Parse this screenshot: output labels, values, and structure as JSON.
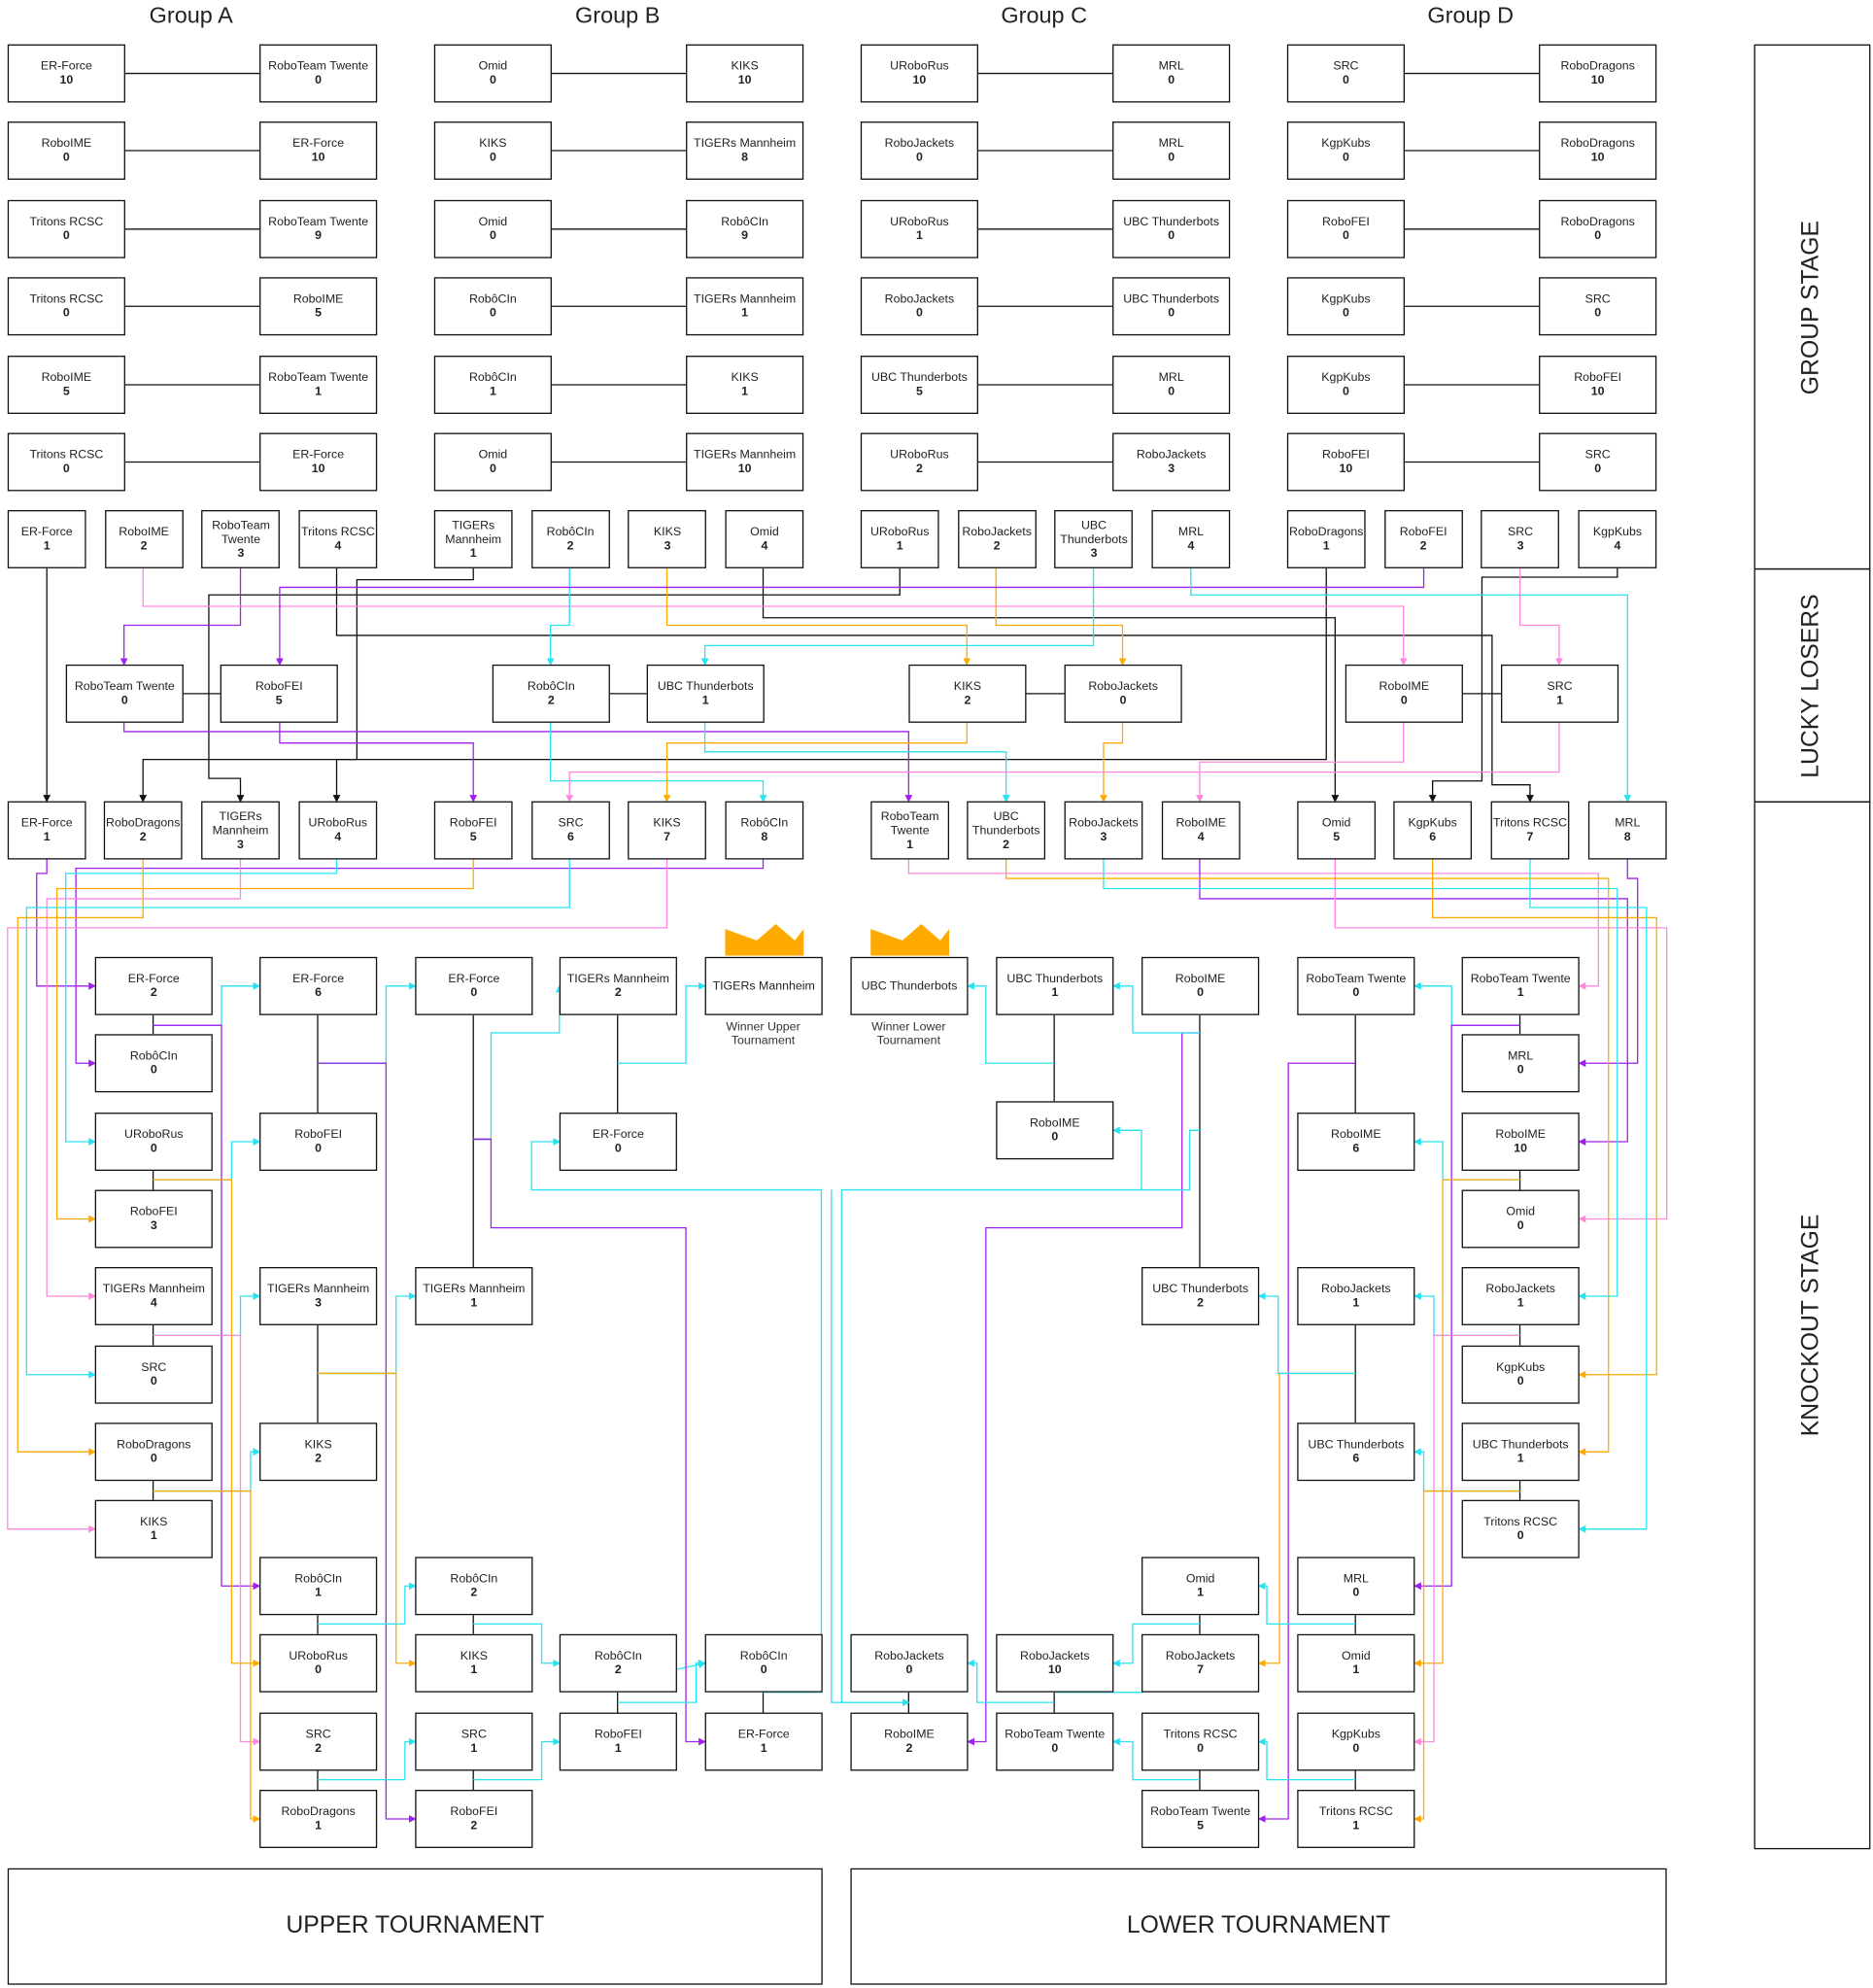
{
  "groups": [
    {
      "title": "Group A",
      "matches": [
        {
          "a": {
            "team": "ER-Force",
            "score": "10"
          },
          "b": {
            "team": "RoboTeam Twente",
            "score": "0"
          }
        },
        {
          "a": {
            "team": "RoboIME",
            "score": "0"
          },
          "b": {
            "team": "ER-Force",
            "score": "10"
          }
        },
        {
          "a": {
            "team": "Tritons RCSC",
            "score": "0"
          },
          "b": {
            "team": "RoboTeam Twente",
            "score": "9"
          }
        },
        {
          "a": {
            "team": "Tritons RCSC",
            "score": "0"
          },
          "b": {
            "team": "RoboIME",
            "score": "5"
          }
        },
        {
          "a": {
            "team": "RoboIME",
            "score": "5"
          },
          "b": {
            "team": "RoboTeam Twente",
            "score": "1"
          }
        },
        {
          "a": {
            "team": "Tritons RCSC",
            "score": "0"
          },
          "b": {
            "team": "ER-Force",
            "score": "10"
          }
        }
      ],
      "ranking": [
        {
          "team": "ER-Force",
          "score": "1"
        },
        {
          "team": "RoboIME",
          "score": "2"
        },
        {
          "team": "RoboTeam Twente",
          "score": "3"
        },
        {
          "team": "Tritons RCSC",
          "score": "4"
        }
      ]
    },
    {
      "title": "Group B",
      "matches": [
        {
          "a": {
            "team": "Omid",
            "score": "0"
          },
          "b": {
            "team": "KIKS",
            "score": "10"
          }
        },
        {
          "a": {
            "team": "KIKS",
            "score": "0"
          },
          "b": {
            "team": "TIGERs Mannheim",
            "score": "8"
          }
        },
        {
          "a": {
            "team": "Omid",
            "score": "0"
          },
          "b": {
            "team": "RobôCIn",
            "score": "9"
          }
        },
        {
          "a": {
            "team": "RobôCIn",
            "score": "0"
          },
          "b": {
            "team": "TIGERs Mannheim",
            "score": "1"
          }
        },
        {
          "a": {
            "team": "RobôCIn",
            "score": "1"
          },
          "b": {
            "team": "KIKS",
            "score": "1"
          }
        },
        {
          "a": {
            "team": "Omid",
            "score": "0"
          },
          "b": {
            "team": "TIGERs Mannheim",
            "score": "10"
          }
        }
      ],
      "ranking": [
        {
          "team": "TIGERs Mannheim",
          "score": "1"
        },
        {
          "team": "RobôCIn",
          "score": "2"
        },
        {
          "team": "KIKS",
          "score": "3"
        },
        {
          "team": "Omid",
          "score": "4"
        }
      ]
    },
    {
      "title": "Group C",
      "matches": [
        {
          "a": {
            "team": "URoboRus",
            "score": "10"
          },
          "b": {
            "team": "MRL",
            "score": "0"
          }
        },
        {
          "a": {
            "team": "RoboJackets",
            "score": "0"
          },
          "b": {
            "team": "MRL",
            "score": "0"
          }
        },
        {
          "a": {
            "team": "URoboRus",
            "score": "1"
          },
          "b": {
            "team": "UBC Thunderbots",
            "score": "0"
          }
        },
        {
          "a": {
            "team": "RoboJackets",
            "score": "0"
          },
          "b": {
            "team": "UBC Thunderbots",
            "score": "0"
          }
        },
        {
          "a": {
            "team": "UBC Thunderbots",
            "score": "5"
          },
          "b": {
            "team": "MRL",
            "score": "0"
          }
        },
        {
          "a": {
            "team": "URoboRus",
            "score": "2"
          },
          "b": {
            "team": "RoboJackets",
            "score": "3"
          }
        }
      ],
      "ranking": [
        {
          "team": "URoboRus",
          "score": "1"
        },
        {
          "team": "RoboJackets",
          "score": "2"
        },
        {
          "team": "UBC Thunderbots",
          "score": "3"
        },
        {
          "team": "MRL",
          "score": "4"
        }
      ]
    },
    {
      "title": "Group D",
      "matches": [
        {
          "a": {
            "team": "SRC",
            "score": "0"
          },
          "b": {
            "team": "RoboDragons",
            "score": "10"
          }
        },
        {
          "a": {
            "team": "KgpKubs",
            "score": "0"
          },
          "b": {
            "team": "RoboDragons",
            "score": "10"
          }
        },
        {
          "a": {
            "team": "RoboFEI",
            "score": "0"
          },
          "b": {
            "team": "RoboDragons",
            "score": "0"
          }
        },
        {
          "a": {
            "team": "KgpKubs",
            "score": "0"
          },
          "b": {
            "team": "SRC",
            "score": "0"
          }
        },
        {
          "a": {
            "team": "KgpKubs",
            "score": "0"
          },
          "b": {
            "team": "RoboFEI",
            "score": "10"
          }
        },
        {
          "a": {
            "team": "RoboFEI",
            "score": "10"
          },
          "b": {
            "team": "SRC",
            "score": "0"
          }
        }
      ],
      "ranking": [
        {
          "team": "RoboDragons",
          "score": "1"
        },
        {
          "team": "RoboFEI",
          "score": "2"
        },
        {
          "team": "SRC",
          "score": "3"
        },
        {
          "team": "KgpKubs",
          "score": "4"
        }
      ]
    }
  ],
  "lucky_losers": [
    {
      "a": {
        "team": "RoboTeam Twente",
        "score": "0"
      },
      "b": {
        "team": "RoboFEI",
        "score": "5"
      }
    },
    {
      "a": {
        "team": "RobôCIn",
        "score": "2"
      },
      "b": {
        "team": "UBC Thunderbots",
        "score": "1"
      }
    },
    {
      "a": {
        "team": "KIKS",
        "score": "2"
      },
      "b": {
        "team": "RoboJackets",
        "score": "0"
      }
    },
    {
      "a": {
        "team": "RoboIME",
        "score": "0"
      },
      "b": {
        "team": "SRC",
        "score": "1"
      }
    }
  ],
  "seeding": [
    {
      "team": "ER-Force",
      "score": "1"
    },
    {
      "team": "RoboDragons",
      "score": "2"
    },
    {
      "team": "TIGERs Mannheim",
      "score": "3"
    },
    {
      "team": "URoboRus",
      "score": "4"
    },
    {
      "team": "RoboFEI",
      "score": "5"
    },
    {
      "team": "SRC",
      "score": "6"
    },
    {
      "team": "KIKS",
      "score": "7"
    },
    {
      "team": "RobôCIn",
      "score": "8"
    },
    {
      "team": "RoboTeam Twente",
      "score": "1"
    },
    {
      "team": "UBC Thunderbots",
      "score": "2"
    },
    {
      "team": "RoboJackets",
      "score": "3"
    },
    {
      "team": "RoboIME",
      "score": "4"
    },
    {
      "team": "Omid",
      "score": "5"
    },
    {
      "team": "KgpKubs",
      "score": "6"
    },
    {
      "team": "Tritons RCSC",
      "score": "7"
    },
    {
      "team": "MRL",
      "score": "8"
    }
  ],
  "upper": [
    {
      "team": "ER-Force",
      "score": "2"
    },
    {
      "team": "RobôCIn",
      "score": "0"
    },
    {
      "team": "URoboRus",
      "score": "0"
    },
    {
      "team": "RoboFEI",
      "score": "3"
    },
    {
      "team": "TIGERs Mannheim",
      "score": "4"
    },
    {
      "team": "SRC",
      "score": "0"
    },
    {
      "team": "RoboDragons",
      "score": "0"
    },
    {
      "team": "KIKS",
      "score": "1"
    },
    {
      "team": "ER-Force",
      "score": "6"
    },
    {
      "team": "RoboFEI",
      "score": "0"
    },
    {
      "team": "TIGERs Mannheim",
      "score": "3"
    },
    {
      "team": "KIKS",
      "score": "2"
    },
    {
      "team": "ER-Force",
      "score": "0"
    },
    {
      "team": "TIGERs Mannheim",
      "score": "1"
    },
    {
      "team": "TIGERs Mannheim",
      "score": "2"
    },
    {
      "team": "ER-Force",
      "score": "0"
    },
    {
      "team": "RobôCIn",
      "score": "1"
    },
    {
      "team": "URoboRus",
      "score": "0"
    },
    {
      "team": "SRC",
      "score": "2"
    },
    {
      "team": "RoboDragons",
      "score": "1"
    },
    {
      "team": "RobôCIn",
      "score": "2"
    },
    {
      "team": "KIKS",
      "score": "1"
    },
    {
      "team": "SRC",
      "score": "1"
    },
    {
      "team": "RoboFEI",
      "score": "2"
    },
    {
      "team": "RobôCIn",
      "score": "2"
    },
    {
      "team": "RoboFEI",
      "score": "1"
    },
    {
      "team": "RobôCIn",
      "score": "0"
    },
    {
      "team": "ER-Force",
      "score": "1"
    }
  ],
  "lower": [
    {
      "team": "UBC Thunderbots",
      "score": "1"
    },
    {
      "team": "RoboIME",
      "score": "0"
    },
    {
      "team": "RoboIME",
      "score": "0"
    },
    {
      "team": "UBC Thunderbots",
      "score": "2"
    },
    {
      "team": "RoboTeam Twente",
      "score": "0"
    },
    {
      "team": "RoboIME",
      "score": "6"
    },
    {
      "team": "RoboJackets",
      "score": "1"
    },
    {
      "team": "UBC Thunderbots",
      "score": "6"
    },
    {
      "team": "RoboTeam Twente",
      "score": "1"
    },
    {
      "team": "MRL",
      "score": "0"
    },
    {
      "team": "RoboIME",
      "score": "10"
    },
    {
      "team": "Omid",
      "score": "0"
    },
    {
      "team": "RoboJackets",
      "score": "1"
    },
    {
      "team": "KgpKubs",
      "score": "0"
    },
    {
      "team": "UBC Thunderbots",
      "score": "1"
    },
    {
      "team": "Tritons RCSC",
      "score": "0"
    },
    {
      "team": "Omid",
      "score": "1"
    },
    {
      "team": "RoboJackets",
      "score": "7"
    },
    {
      "team": "Tritons RCSC",
      "score": "0"
    },
    {
      "team": "RoboTeam Twente",
      "score": "5"
    },
    {
      "team": "MRL",
      "score": "0"
    },
    {
      "team": "Omid",
      "score": "1"
    },
    {
      "team": "KgpKubs",
      "score": "0"
    },
    {
      "team": "Tritons RCSC",
      "score": "1"
    },
    {
      "team": "RoboJackets",
      "score": "10"
    },
    {
      "team": "RoboTeam Twente",
      "score": "0"
    },
    {
      "team": "RoboJackets",
      "score": "0"
    },
    {
      "team": "RoboIME",
      "score": "2"
    }
  ],
  "winners": {
    "upper": {
      "team": "TIGERs Mannheim",
      "caption": "Winner Upper Tournament"
    },
    "lower": {
      "team": "UBC Thunderbots",
      "caption": "Winner Lower Tournament"
    }
  },
  "stages": {
    "group": "GROUP STAGE",
    "lucky": "LUCKY LOSERS",
    "knockout": "KNOCKOUT STAGE"
  },
  "sections": {
    "upper": "UPPER TOURNAMENT",
    "lower": "LOWER TOURNAMENT"
  },
  "colors": {
    "cyan": "#27e3f0",
    "magenta": "#a020f0",
    "orange": "#ffaa00",
    "pink": "#ff88dd",
    "crown": "#ffaa00"
  }
}
